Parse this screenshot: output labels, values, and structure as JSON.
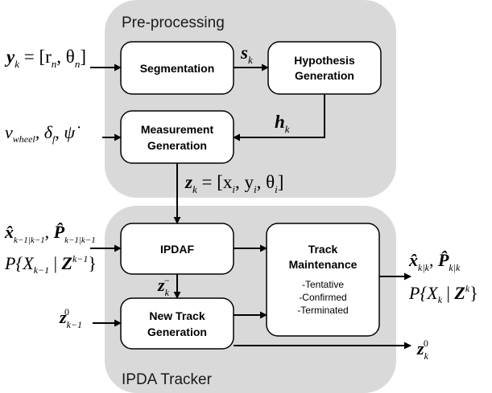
{
  "regions": {
    "preprocessing": "Pre-processing",
    "tracker": "IPDA Tracker"
  },
  "blocks": {
    "segmentation": [
      "Segmentation"
    ],
    "hypothesis": [
      "Hypothesis",
      "Generation"
    ],
    "measurement": [
      "Measurement",
      "Generation"
    ],
    "ipdaf": [
      "IPDAF"
    ],
    "track_maintenance": [
      "Track",
      "Maintenance"
    ],
    "new_track": [
      "New Track",
      "Generation"
    ]
  },
  "track_states": [
    "-Tentative",
    "-Confirmed",
    "-Terminated"
  ],
  "signals": {
    "y_in": {
      "sym": "y",
      "sub": "k",
      "rest": " = [r",
      "r_sub": "n",
      "mid": ", θ",
      "t_sub": "n",
      "end": "]"
    },
    "s": {
      "sym": "s",
      "sub": "k"
    },
    "h": {
      "sym": "h",
      "sub": "k"
    },
    "vehicle_in": {
      "v": "v",
      "v_sub": "wheel",
      "delta": ", δ",
      "d_sub": "f",
      "psi": ", ψ̇"
    },
    "z": {
      "sym": "z",
      "sub": "k",
      "rest": " = [x",
      "x_sub": "i",
      "c1": ", y",
      "y_sub": "i",
      "c2": ", θ",
      "t_sub": "i",
      "end": "]"
    },
    "prior_state": {
      "x": "x̂",
      "x_sub": "k−1|k−1",
      "comma": ", ",
      "p": "P̂",
      "p_sub": "k−1|k−1"
    },
    "prior_prob": {
      "P": "P{X",
      "x_sub": "k−1",
      "bar": " | ",
      "z": "Z",
      "z_sup": "k−1",
      "end": "}"
    },
    "z_minus": {
      "sym": "z",
      "sub": "k",
      "sup": "−"
    },
    "post_state": {
      "x": "x̂",
      "x_sub": "k|k",
      "comma": ", ",
      "p": "P̂",
      "p_sub": "k|k"
    },
    "post_prob": {
      "P": "P{X",
      "x_sub": "k",
      "bar": " | ",
      "z": "Z",
      "z_sup": "k",
      "end": "}"
    },
    "z0_in": {
      "sym": "z",
      "sub": "k−1",
      "sup": "0"
    },
    "z0_out": {
      "sym": "z",
      "sub": "k",
      "sup": "0"
    }
  }
}
